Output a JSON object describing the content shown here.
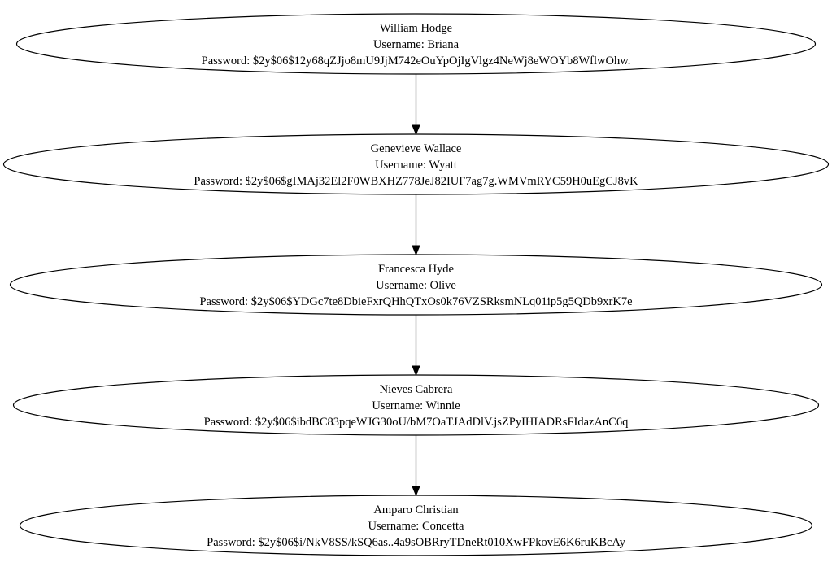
{
  "graph": {
    "nodes": [
      {
        "id": "n1",
        "name": "William Hodge",
        "username": "Username: Briana",
        "password": "Password: $2y$06$12y68qZJjo8mU9JjM742eOuYpOjIgVlgz4NeWj8eWOYb8WflwOhw."
      },
      {
        "id": "n2",
        "name": "Genevieve Wallace",
        "username": "Username: Wyatt",
        "password": "Password: $2y$06$gIMAj32El2F0WBXHZ778JeJ82IUF7ag7g.WMVmRYC59H0uEgCJ8vK"
      },
      {
        "id": "n3",
        "name": "Francesca Hyde",
        "username": "Username: Olive",
        "password": "Password: $2y$06$YDGc7te8DbieFxrQHhQTxOs0k76VZSRksmNLq01ip5g5QDb9xrK7e"
      },
      {
        "id": "n4",
        "name": "Nieves Cabrera",
        "username": "Username: Winnie",
        "password": "Password: $2y$06$ibdBC83pqeWJG30oU/bM7OaTJAdDlV.jsZPyIHIADRsFIdazAnC6q"
      },
      {
        "id": "n5",
        "name": "Amparo Christian",
        "username": "Username: Concetta",
        "password": "Password: $2y$06$i/NkV8SS/kSQ6as..4a9sOBRryTDneRt010XwFPkovE6K6ruKBcAy"
      }
    ],
    "edges": [
      {
        "from": "n1",
        "to": "n2"
      },
      {
        "from": "n2",
        "to": "n3"
      },
      {
        "from": "n3",
        "to": "n4"
      },
      {
        "from": "n4",
        "to": "n5"
      }
    ]
  }
}
